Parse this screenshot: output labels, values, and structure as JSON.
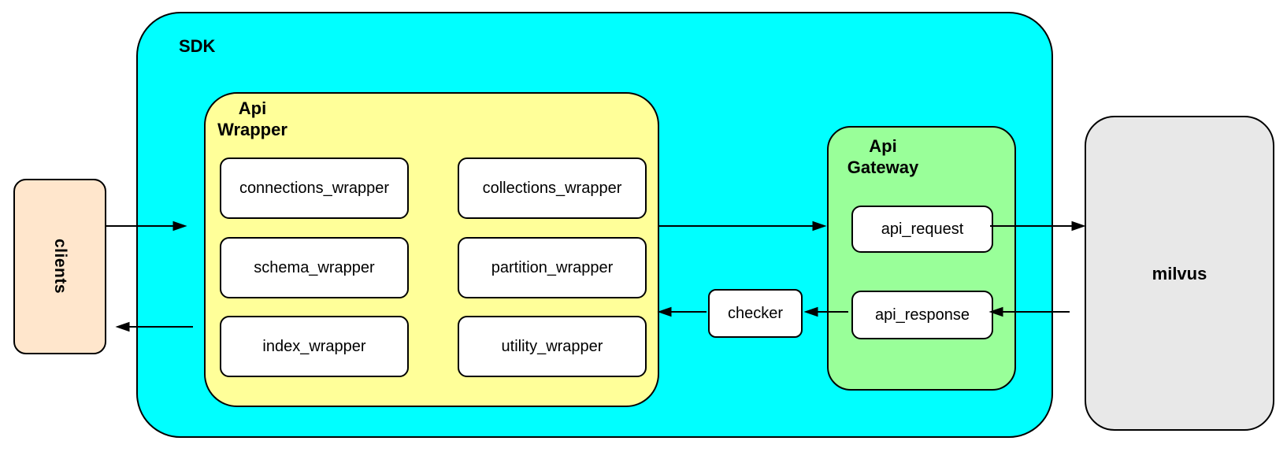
{
  "nodes": {
    "clients": {
      "label": "clients",
      "fill": "#FFE6CC"
    },
    "sdk": {
      "label": "SDK",
      "fill": "#00FFFF"
    },
    "api_wrapper": {
      "label_line1": "Api",
      "label_line2": "Wrapper",
      "fill": "#FFFF99",
      "modules": [
        "connections_wrapper",
        "collections_wrapper",
        "schema_wrapper",
        "partition_wrapper",
        "index_wrapper",
        "utility_wrapper"
      ]
    },
    "checker": {
      "label": "checker",
      "fill": "#FFFFFF"
    },
    "api_gateway": {
      "label_line1": "Api",
      "label_line2": "Gateway",
      "fill": "#99FF99",
      "request_label": "api_request",
      "response_label": "api_response"
    },
    "milvus": {
      "label": "milvus",
      "fill": "#E8E8E8"
    }
  },
  "edges": [
    {
      "from": "clients",
      "to": "SDK"
    },
    {
      "from": "Api Wrapper",
      "to": "Api Gateway"
    },
    {
      "from": "api_request",
      "to": "milvus"
    },
    {
      "from": "milvus",
      "to": "api_response"
    },
    {
      "from": "api_response",
      "to": "checker"
    },
    {
      "from": "checker",
      "to": "Api Wrapper"
    },
    {
      "from": "SDK",
      "to": "clients"
    }
  ]
}
